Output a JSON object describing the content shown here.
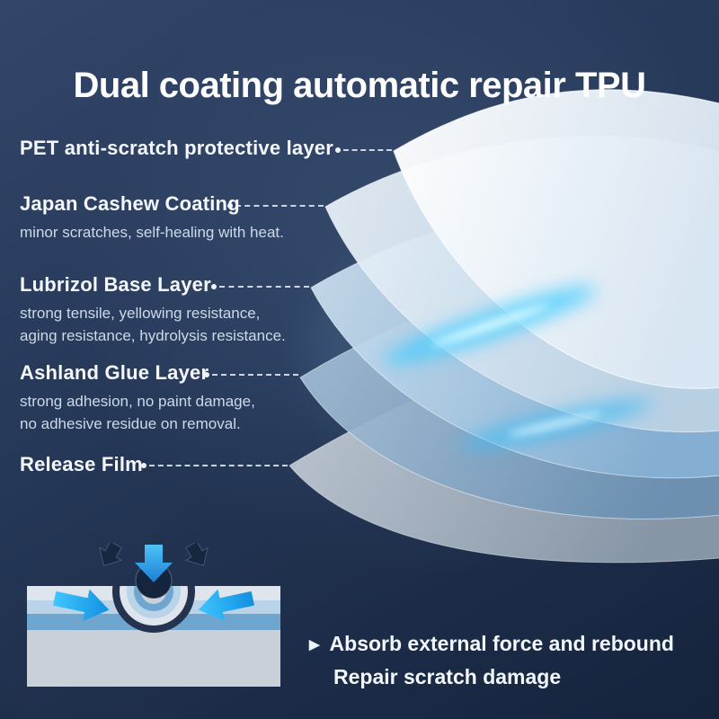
{
  "title": "Dual coating automatic repair TPU",
  "layers": [
    {
      "name": "PET anti-scratch protective layer",
      "desc": ""
    },
    {
      "name": "Japan Cashew Coating",
      "desc": "minor scratches, self-healing with heat."
    },
    {
      "name": "Lubrizol Base Layer",
      "desc": "strong tensile, yellowing resistance,\naging resistance, hydrolysis resistance."
    },
    {
      "name": "Ashland Glue Layer",
      "desc": "strong adhesion, no paint damage,\nno adhesive residue on removal."
    },
    {
      "name": "Release Film",
      "desc": ""
    }
  ],
  "footer": {
    "bullet": "▶",
    "line1": "Absorb external force and rebound",
    "line2": "Repair scratch damage"
  },
  "colors": {
    "background_top": "#33466a",
    "background_bottom": "#15233c",
    "accent_glow": "#45ccff",
    "text_primary": "#ffffff",
    "text_secondary": "#ccd9e8",
    "sheet_pet": "#f2f8fd",
    "sheet_cashew": "#cfe0ee",
    "sheet_lubrizol": "#9cc0dc",
    "sheet_ashland": "#84a6c4",
    "sheet_release": "#aab6c2"
  }
}
